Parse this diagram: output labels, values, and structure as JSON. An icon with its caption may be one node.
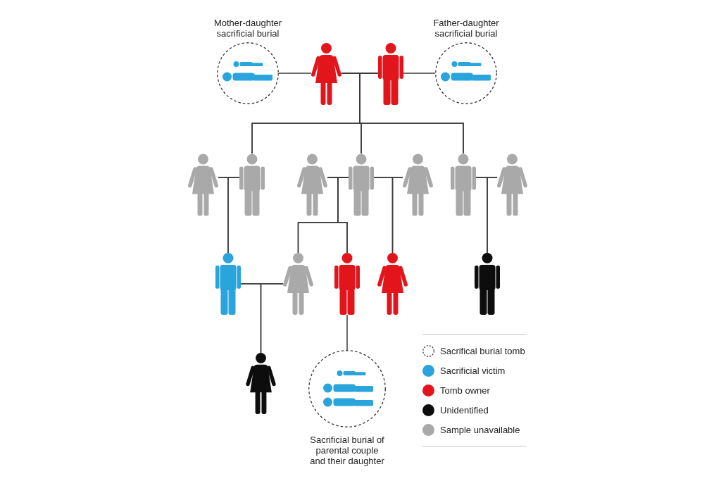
{
  "diagram": {
    "nodes": [
      {
        "text": [],
        "shape": "circle",
        "beside": [
          "Mother-daughter sacrificial burial"
        ]
      },
      {
        "text": [],
        "shape": "person"
      },
      {
        "text": [],
        "shape": "person"
      },
      {
        "text": [],
        "shape": "circle",
        "beside": [
          "Father-daughter sacrificial burial"
        ]
      },
      {
        "text": [],
        "shape": "person"
      },
      {
        "text": [],
        "shape": "person"
      },
      {
        "text": [],
        "shape": "person"
      },
      {
        "text": [],
        "shape": "person"
      },
      {
        "text": [],
        "shape": "person"
      },
      {
        "text": [],
        "shape": "person"
      },
      {
        "text": [],
        "shape": "person"
      },
      {
        "text": [],
        "shape": "person"
      },
      {
        "text": [],
        "shape": "person"
      },
      {
        "text": [],
        "shape": "person"
      },
      {
        "text": [],
        "shape": "person"
      },
      {
        "text": [],
        "shape": "person"
      },
      {
        "text": [],
        "shape": "person"
      },
      {
        "text": [],
        "shape": "circle",
        "beside": [
          "Sacrificial burial of parental couple and their daughter"
        ]
      }
    ],
    "edges": [
      {
        "from": 0,
        "to": 1,
        "arrow": "none"
      },
      {
        "from": 1,
        "to": 2,
        "arrow": "none"
      },
      {
        "from": 2,
        "to": 3,
        "arrow": "none"
      },
      {
        "from": 1,
        "to": 5,
        "arrow": "none"
      },
      {
        "from": 2,
        "to": 5,
        "arrow": "none"
      },
      {
        "from": 1,
        "to": 7,
        "arrow": "none"
      },
      {
        "from": 2,
        "to": 7,
        "arrow": "none"
      },
      {
        "from": 1,
        "to": 9,
        "arrow": "none"
      },
      {
        "from": 2,
        "to": 9,
        "arrow": "none"
      },
      {
        "from": 4,
        "to": 5,
        "arrow": "none"
      },
      {
        "from": 4,
        "to": 11,
        "arrow": "none"
      },
      {
        "from": 5,
        "to": 11,
        "arrow": "none"
      },
      {
        "from": 6,
        "to": 7,
        "arrow": "none"
      },
      {
        "from": 6,
        "to": 12,
        "arrow": "none"
      },
      {
        "from": 7,
        "to": 12,
        "arrow": "none"
      },
      {
        "from": 6,
        "to": 13,
        "arrow": "none"
      },
      {
        "from": 7,
        "to": 13,
        "arrow": "none"
      },
      {
        "from": 7,
        "to": 8,
        "arrow": "none"
      },
      {
        "from": 7,
        "to": 14,
        "arrow": "none"
      },
      {
        "from": 8,
        "to": 14,
        "arrow": "none"
      },
      {
        "from": 9,
        "to": 10,
        "arrow": "none"
      },
      {
        "from": 9,
        "to": 15,
        "arrow": "none"
      },
      {
        "from": 10,
        "to": 15,
        "arrow": "none"
      },
      {
        "from": 11,
        "to": 12,
        "arrow": "none"
      },
      {
        "from": 11,
        "to": 16,
        "arrow": "none"
      },
      {
        "from": 12,
        "to": 16,
        "arrow": "none"
      },
      {
        "from": 13,
        "to": 17,
        "arrow": "none"
      }
    ],
    "legend": [
      {
        "text": "Sacrifical burial tomb"
      },
      {
        "text": "Sacrificial victim",
        "color": "#29a4dc"
      },
      {
        "text": "Tomb owner",
        "color": "#e3151c"
      },
      {
        "text": "Unidentified",
        "color": "#0d0d0d"
      },
      {
        "text": "Sample unavailable",
        "color": "#a9a9a9"
      }
    ]
  }
}
